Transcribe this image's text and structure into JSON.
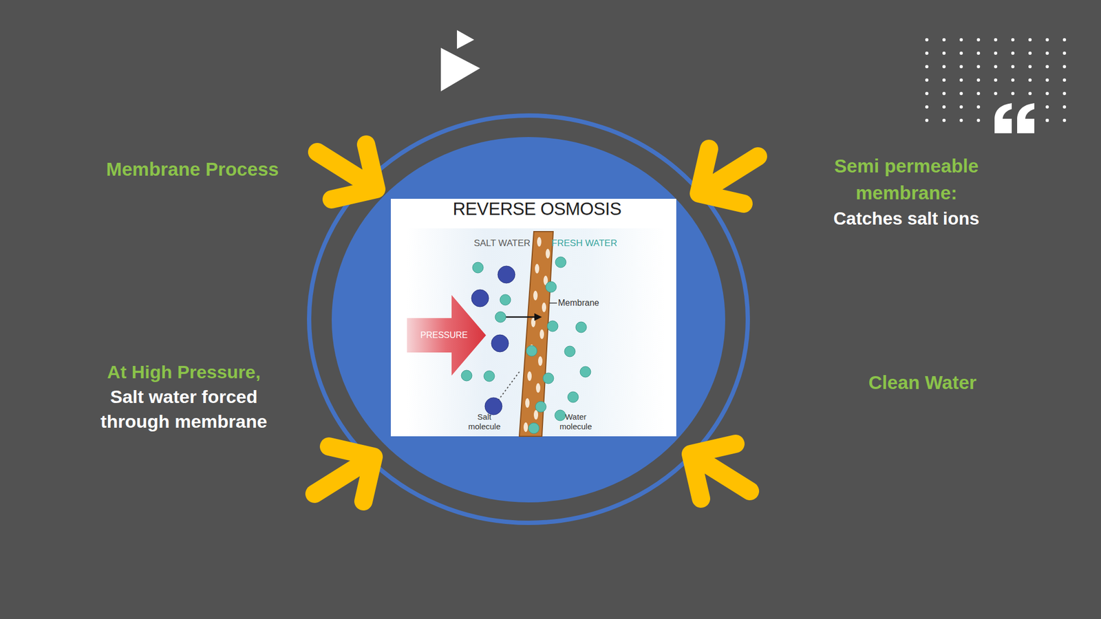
{
  "diagram": {
    "labels": [
      "Membrane Process",
      "Semi permeable membrane:",
      "Catches salt ions",
      "REVERSE OSMOSIS",
      "SALT WATER",
      "FRESH WATER",
      "Membrane",
      "PRESSURE",
      "At High Pressure,",
      "Salt water forced through membrane",
      "Clean Water",
      "Salt molecule",
      "Water molecule"
    ]
  }
}
